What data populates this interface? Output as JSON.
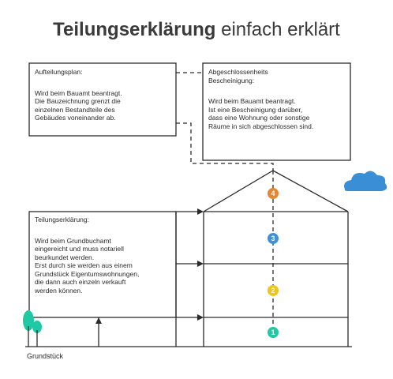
{
  "title": {
    "bold": "Teilungserklärung",
    "light": "einfach erklärt"
  },
  "boxes": {
    "aufteilungsplan": {
      "heading": "Aufteilungsplan:",
      "lines": [
        "Wird beim Bauamt beantragt.",
        "Die Bauzeichnung grenzt die",
        "einzelnen Bestandteile des",
        "Gebäudes voneinander ab."
      ]
    },
    "abgeschlossenheit": {
      "heading_lines": [
        "Abgeschlossenheits",
        "Bescheinigung:"
      ],
      "lines": [
        "Wird beim Bauamt beantragt.",
        "Ist eine Bescheinigung darüber,",
        "dass eine Wohnung oder sonstige",
        "Räume in sich abgeschlossen sind."
      ]
    },
    "teilungserklaerung": {
      "heading": "Teilungserklärung:",
      "lines": [
        "Wird beim Grundbuchamt",
        "eingereicht und muss notariell",
        "beurkundet werden.",
        "Erst durch sie werden aus einem",
        "Grundstück Eigentumswohnungen,",
        "die dann auch einzeln verkauft",
        "werden können."
      ]
    }
  },
  "floors": [
    {
      "number": "4",
      "color": "#e6862f"
    },
    {
      "number": "3",
      "color": "#3f8fd9"
    },
    {
      "number": "2",
      "color": "#f0c419"
    },
    {
      "number": "1",
      "color": "#1fc9a4"
    }
  ],
  "ground_label": "Grundstück",
  "colors": {
    "line": "#2b2b2b",
    "cloud": "#3a8ed6",
    "tree": "#1fc9a4"
  }
}
